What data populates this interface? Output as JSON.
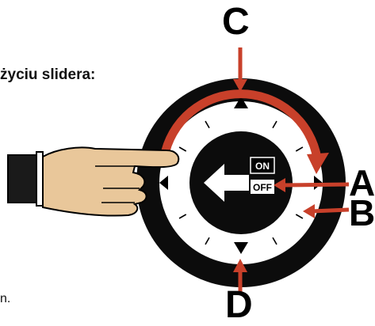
{
  "caption": "życiu slidera:",
  "caption_tail": "n.",
  "labels": {
    "a": "A",
    "b": "B",
    "c": "C",
    "d": "D"
  },
  "switch": {
    "on_label": "ON",
    "off_label": "OFF"
  },
  "colors": {
    "ring": "#0c0c0c",
    "dial_face": "#ffffff",
    "arrow": "#c8402a",
    "ink": "#000000",
    "skin": "#e9c79a",
    "sleeve": "#1a1a1a"
  }
}
